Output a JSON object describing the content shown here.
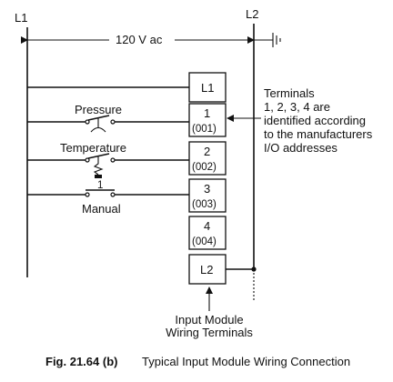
{
  "rails": {
    "left": "L1",
    "right": "L2"
  },
  "voltage": "120 V ac",
  "terminals": [
    {
      "name": "L1",
      "addr": ""
    },
    {
      "name": "1",
      "addr": "(001)"
    },
    {
      "name": "2",
      "addr": "(002)"
    },
    {
      "name": "3",
      "addr": "(003)"
    },
    {
      "name": "4",
      "addr": "(004)"
    },
    {
      "name": "L2",
      "addr": ""
    }
  ],
  "switches": {
    "pressure": "Pressure",
    "temperature": "Temperature",
    "manual": "Manual",
    "manual_num": "1"
  },
  "note": [
    "Terminals",
    "1, 2, 3, 4 are",
    "identified according",
    "to the manufacturers",
    "I/O addresses"
  ],
  "module_label": [
    "Input Module",
    "Wiring Terminals"
  ],
  "caption": {
    "fig": "Fig. 21.64 (b)",
    "text": "Typical Input Module Wiring Connection"
  }
}
